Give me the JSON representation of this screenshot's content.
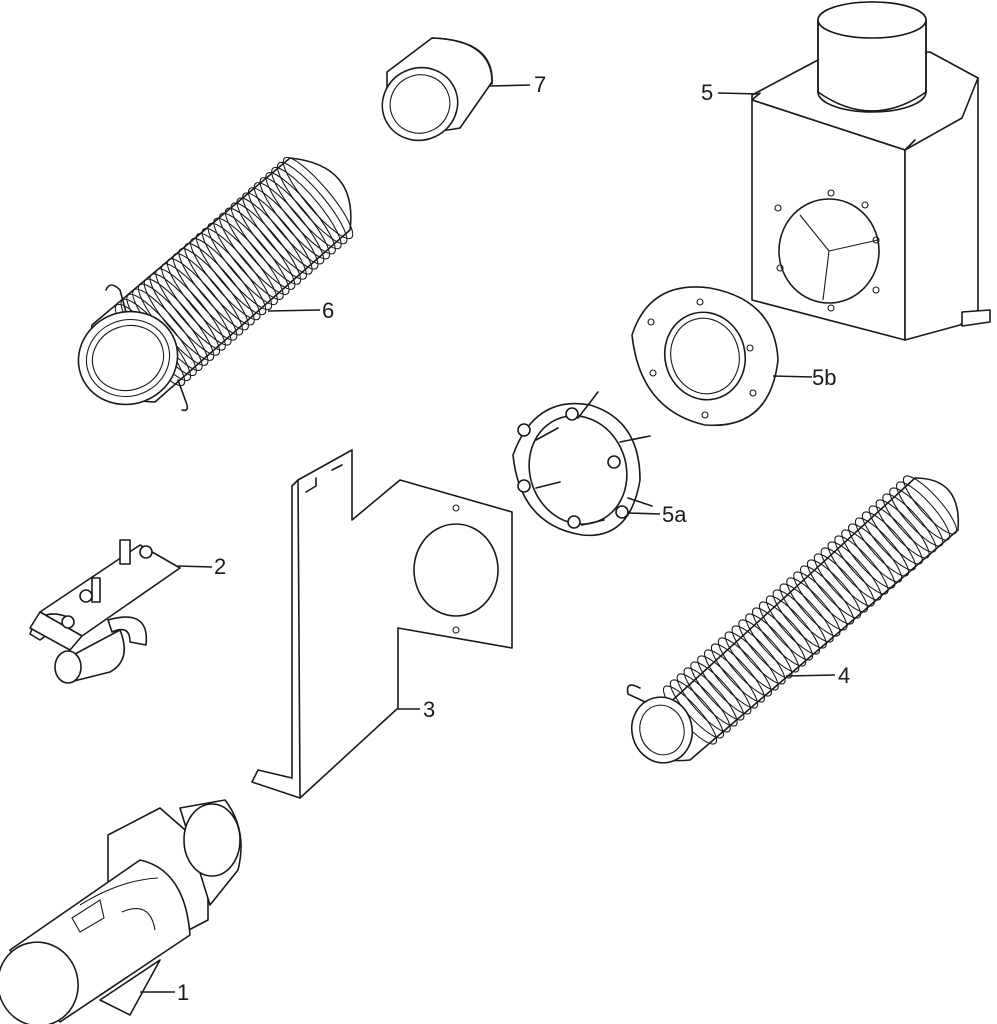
{
  "callouts": {
    "part_1": "1",
    "part_2": "2",
    "part_3": "3",
    "part_4": "4",
    "part_5": "5",
    "part_5a": "5a",
    "part_5b": "5b",
    "part_6": "6",
    "part_7": "7"
  },
  "colors": {
    "line": "#1a1a1a",
    "background": "#ffffff"
  },
  "hose_ribs": {
    "part_6": 30,
    "part_4": 36
  }
}
